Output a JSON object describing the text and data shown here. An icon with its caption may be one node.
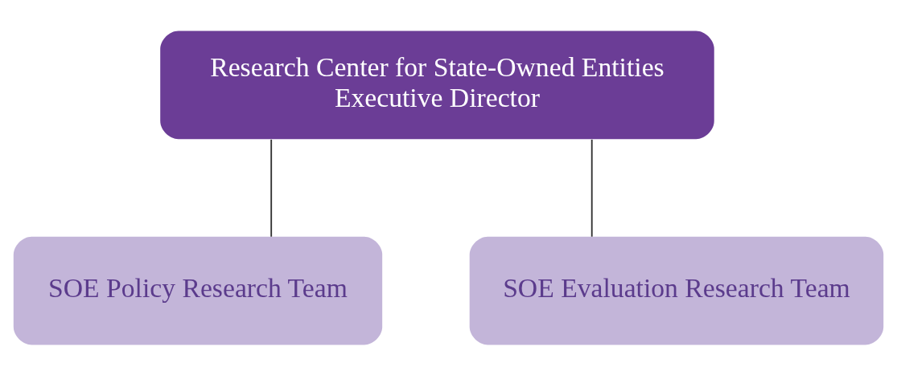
{
  "diagram": {
    "nodes": [
      {
        "text": [
          "Research Center for State-Owned Entities",
          "Executive Director"
        ]
      },
      {
        "text": [
          "SOE Policy Research Team"
        ]
      },
      {
        "text": [
          "SOE Evaluation Research Team"
        ]
      }
    ],
    "edges": [
      {
        "from": 0,
        "to": 1,
        "arrow": "none"
      },
      {
        "from": 0,
        "to": 2,
        "arrow": "none"
      }
    ]
  }
}
